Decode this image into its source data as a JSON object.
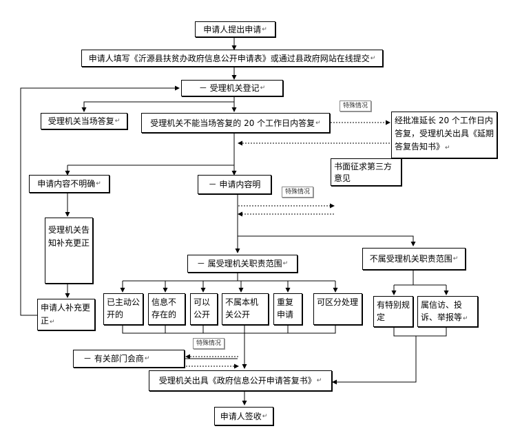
{
  "return_mark": "↵",
  "nodes": {
    "apply": "申请人提出申请",
    "fill_form": "申请人填写《沂源县扶贫办政府信息公开申请表》或通过县政府网站在线提交",
    "register": "－ 受理机关登记",
    "reply_on_site": "受理机关当场答复",
    "reply_20days": "受理机关不能当场答复的 20 个工作日内答复",
    "extend": "经批准延长 20 个工作日内答复，受理机关出具《延期答复告知书》",
    "third_party": "书面征求第三方意见",
    "unclear": "申请内容不明确",
    "clear": "－ 申请内容明",
    "notify_supplement": "受理机关告知补充更正",
    "supplement": "申请人补充更正",
    "in_scope": "－ 属受理机关职责范围",
    "out_scope": "不属受理机关职责范围",
    "disclosed": "已主动公开的",
    "not_exist": "信息不存在的",
    "can_disclose": "可以公开",
    "not_public": "不属本机关公开",
    "duplicate": "重复申请",
    "separate": "可区分处理",
    "special_rule": "有特别规定",
    "petition": "属信访、投诉、举报等",
    "consult": "－ 有关部门会商",
    "issue_reply": "受理机关出具《政府信息公开申请答复书》",
    "sign": "申请人签收"
  },
  "special_tags": [
    "特殊情况",
    "特殊情况",
    "特殊情况"
  ]
}
